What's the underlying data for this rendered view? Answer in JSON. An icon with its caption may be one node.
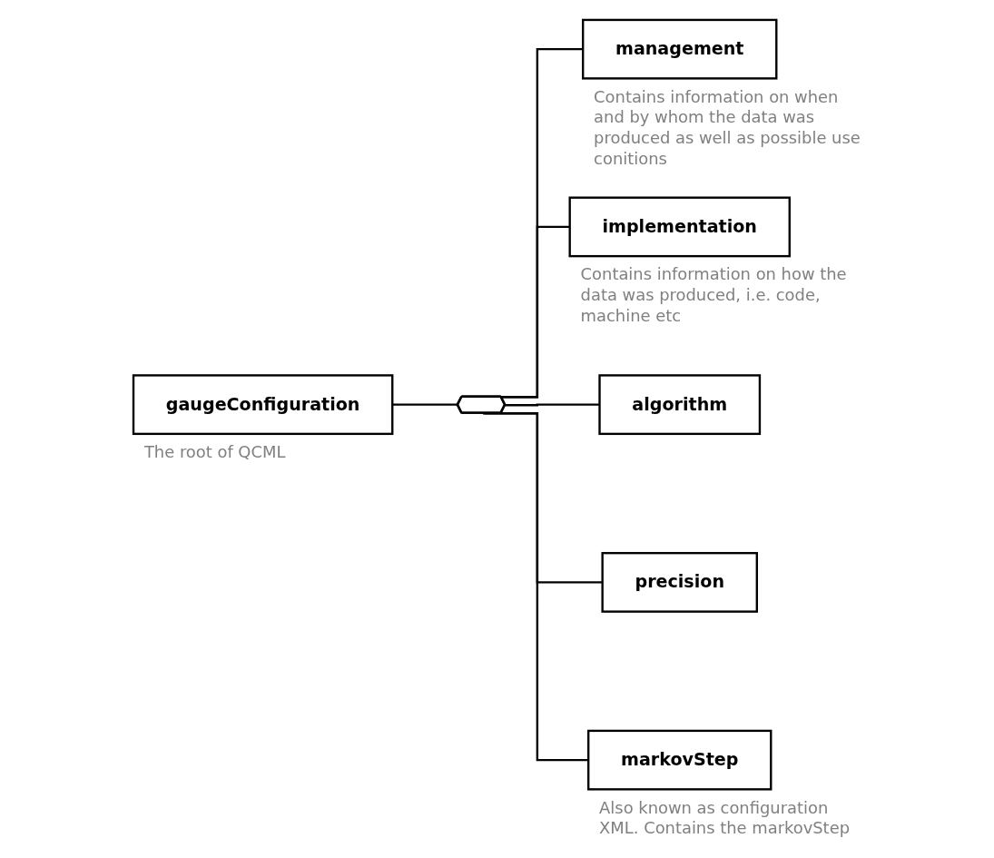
{
  "diagram": {
    "nodes": [
      {
        "text": [
          "gaugeConfiguration"
        ],
        "beside": [
          "The root of QCML"
        ]
      },
      {
        "text": [],
        "shape": "hexagon"
      },
      {
        "text": [
          "management"
        ],
        "beside": [
          "Contains information on when and by whom the data was produced as well as possible use conitions"
        ]
      },
      {
        "text": [
          "implementation"
        ],
        "beside": [
          "Contains information on how the data was produced, i.e. code, machine etc"
        ]
      },
      {
        "text": [
          "algorithm"
        ]
      },
      {
        "text": [
          "precision"
        ]
      },
      {
        "text": [
          "markovStep"
        ],
        "beside": [
          "Also known as configuration XML. Contains the markovStep"
        ]
      }
    ],
    "edges": [
      {
        "from": 0,
        "to": 1,
        "arrow": "none"
      },
      {
        "from": 1,
        "to": 2,
        "arrow": "none"
      },
      {
        "from": 1,
        "to": 3,
        "arrow": "none"
      },
      {
        "from": 1,
        "to": 4,
        "arrow": "none"
      },
      {
        "from": 1,
        "to": 5,
        "arrow": "none"
      },
      {
        "from": 1,
        "to": 6,
        "arrow": "none"
      }
    ]
  }
}
